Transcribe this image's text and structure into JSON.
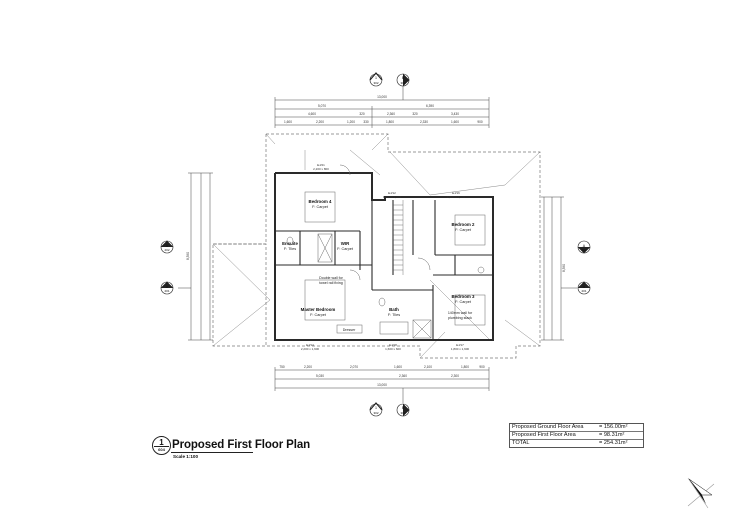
{
  "drawing": {
    "title": "Proposed First Floor Plan",
    "view_number": "1",
    "sheet_ref": "604",
    "scale": "Scale 1:100"
  },
  "area_schedule": {
    "rows": [
      {
        "label": "Proposed Ground Floor Area",
        "value": "= 156.00m²"
      },
      {
        "label": "Proposed First Floor Area",
        "value": "= 98.31m²"
      },
      {
        "label": "TOTAL",
        "value": "= 254.31m²"
      }
    ]
  },
  "rooms": [
    {
      "name": "Bedroom 4",
      "finish": "F: Carpet"
    },
    {
      "name": "Ensuite",
      "finish": "F: Tiles"
    },
    {
      "name": "WIR",
      "finish": "F: Carpet"
    },
    {
      "name": "Master Bedroom",
      "finish": "F: Carpet"
    },
    {
      "name": "Bedroom 2",
      "finish": "F: Carpet"
    },
    {
      "name": "Bedroom 3",
      "finish": "F: Carpet"
    },
    {
      "name": "Bath",
      "finish": "F: Tiles"
    }
  ],
  "notes": {
    "double_wall": [
      "Double wall for",
      "towel rail fixing"
    ],
    "plumbing_wall": [
      "140mm wall for",
      "plumbing stack"
    ],
    "dresser": "Dresser"
  },
  "windows": [
    {
      "id": "EJ/21",
      "size": "2,200 x 800"
    },
    {
      "id": "EJ/12",
      "size": "1,600 x 1,100"
    },
    {
      "id": "EJ/16",
      "size": "1,800 x 1,100"
    },
    {
      "id": "EJ/14",
      "size": "2,200 x 1,600"
    },
    {
      "id": "EJ/18",
      "size": "1,600 x 600"
    },
    {
      "id": "EJ/17",
      "size": "1,800 x 1,600"
    }
  ],
  "dimensions": {
    "top_overall": "13,000",
    "top_split": [
      "5,070",
      "6,390"
    ],
    "top_detail": [
      "4,600",
      "320",
      "2,360",
      "320",
      "3,430"
    ],
    "top_chain": [
      "1,600",
      "2,200",
      "1,200",
      "330",
      "1,800",
      "2,330",
      "1,600",
      "900"
    ],
    "bottom_chain": [
      "750",
      "2,200",
      "2,070",
      "1,600",
      "2,100",
      "1,800",
      "900"
    ],
    "bottom_detail": [
      "5,030",
      "2,360",
      "2,300"
    ],
    "bottom_overall": "13,000",
    "left_overall": "8,390",
    "right_overall": "8,390"
  },
  "section_markers": [
    {
      "id": "1",
      "sheet": "302"
    },
    {
      "id": "B",
      "sheet": "302"
    },
    {
      "id": "A",
      "sheet": "201"
    },
    {
      "id": "A",
      "sheet": "202"
    }
  ],
  "north_arrow": "north-arrow",
  "colors": {
    "wall": "#2a2a2a",
    "line": "#444444",
    "dashed": "#777777",
    "background": "#ffffff"
  }
}
